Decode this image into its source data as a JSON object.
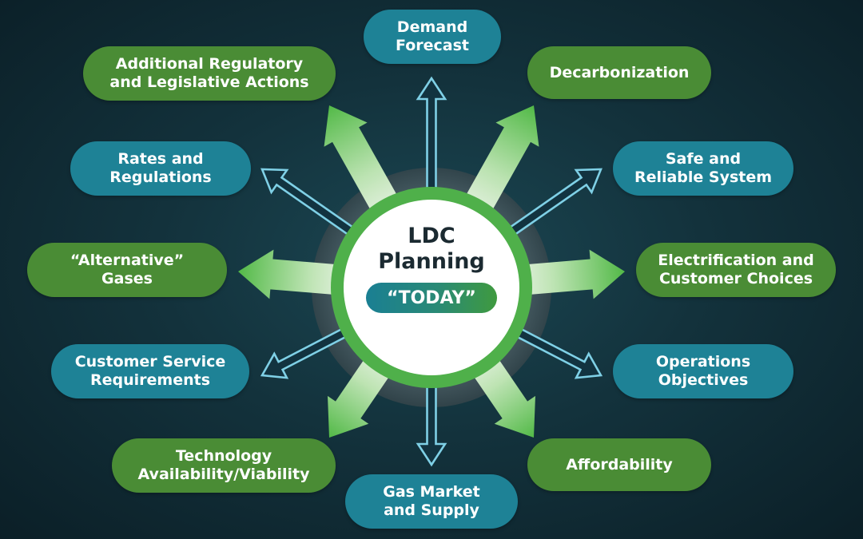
{
  "center": {
    "title_line1": "LDC",
    "title_line2": "Planning",
    "badge": "“TODAY”"
  },
  "nodes": {
    "demand_forecast": {
      "line1": "Demand",
      "line2": "Forecast"
    },
    "decarbonization": {
      "line1": "Decarbonization"
    },
    "safe_reliable": {
      "line1": "Safe and",
      "line2": "Reliable System"
    },
    "electrification": {
      "line1": "Electrification and",
      "line2": "Customer Choices"
    },
    "operations": {
      "line1": "Operations",
      "line2": "Objectives"
    },
    "affordability": {
      "line1": "Affordability"
    },
    "gas_market": {
      "line1": "Gas Market",
      "line2": "and Supply"
    },
    "technology": {
      "line1": "Technology",
      "line2": "Availability/Viability"
    },
    "customer_service": {
      "line1": "Customer Service",
      "line2": "Requirements"
    },
    "alternative_gases": {
      "line1": "“Alternative”",
      "line2": "Gases"
    },
    "rates_regulations": {
      "line1": "Rates and",
      "line2": "Regulations"
    },
    "additional_regulatory": {
      "line1": "Additional Regulatory",
      "line2": "and Legislative Actions"
    }
  },
  "colors": {
    "teal": "#1e8296",
    "green": "#4a8c35",
    "arrow_green": "#5cbd5c",
    "arrow_outline": "#7fd0e6"
  }
}
